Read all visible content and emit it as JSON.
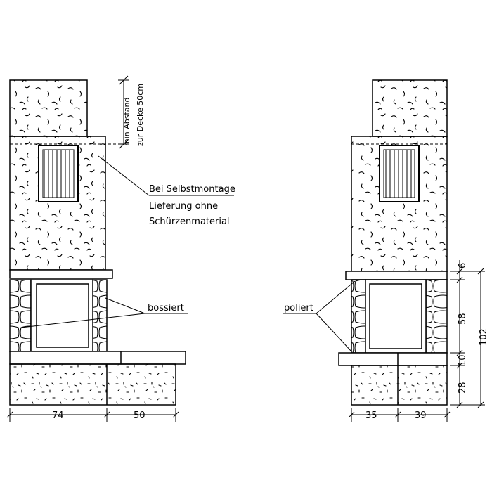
{
  "front_view": {
    "chimney_note": [
      "min Abstand",
      "zur Decke 50cm"
    ],
    "note_lines": [
      "Bei Selbstmontage",
      "Lieferung ohne",
      "Schürzenmaterial"
    ],
    "stone_label": "bossiert",
    "dimensions": {
      "base_left": "74",
      "base_right": "50"
    }
  },
  "side_view": {
    "stone_label": "poliert",
    "dimensions": {
      "base_left": "35",
      "base_right": "39",
      "v_top": "6",
      "v_opening": "58",
      "v_hearth": "10",
      "v_base": "28",
      "v_total": "102"
    }
  }
}
